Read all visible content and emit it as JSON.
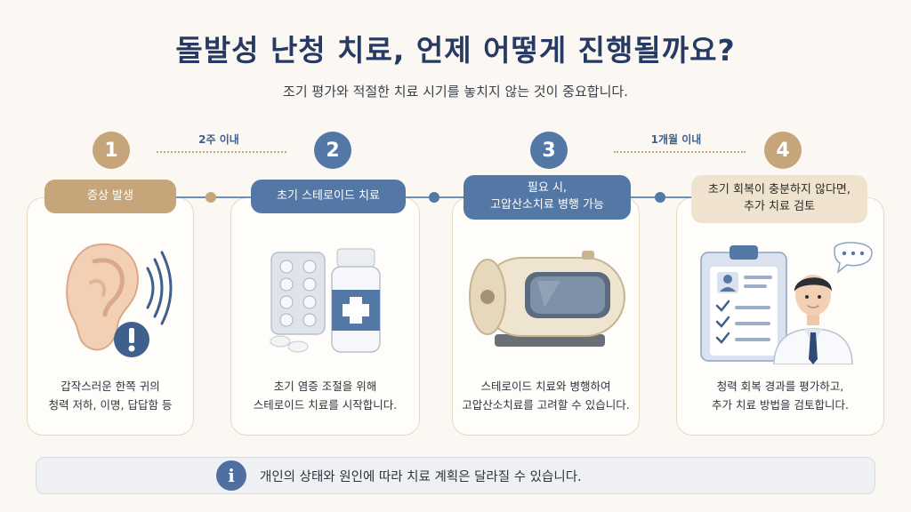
{
  "title": "돌발성 난청 치료, 언제 어떻게 진행될까요?",
  "subtitle": "조기 평가와 적절한 치료 시기를 놓치지 않는 것이 중요합니다.",
  "durations": [
    {
      "label": "2주 이내"
    },
    {
      "label": "1개월 이내"
    }
  ],
  "steps": [
    {
      "number": "1",
      "label_lines": [
        "증상 발생"
      ],
      "desc_lines": [
        "갑작스러운 한쪽 귀의",
        "청력 저하, 이명, 답답함 등"
      ],
      "icon": "ear-with-alert-icon"
    },
    {
      "number": "2",
      "label_lines": [
        "초기 스테로이드 치료"
      ],
      "desc_lines": [
        "초기 염증 조절을 위해",
        "스테로이드 치료를 시작합니다."
      ],
      "icon": "pills-and-bottle-icon"
    },
    {
      "number": "3",
      "label_lines": [
        "필요 시,",
        "고압산소치료 병행 가능"
      ],
      "desc_lines": [
        "스테로이드 치료와 병행하여",
        "고압산소치료를 고려할 수 있습니다."
      ],
      "icon": "hyperbaric-chamber-icon"
    },
    {
      "number": "4",
      "label_lines": [
        "초기 회복이 충분하지 않다면,",
        "추가 치료 검토"
      ],
      "desc_lines": [
        "청력 회복 경과를 평가하고,",
        "추가 치료 방법을 검토합니다."
      ],
      "icon": "doctor-with-clipboard-icon"
    }
  ],
  "note": {
    "icon_glyph": "i",
    "text": "개인의 상태와 원인에 따라 치료 계획은 달라질 수 있습니다."
  },
  "colors": {
    "gold": "#c6a57a",
    "blue": "#5378a6",
    "cream": "#efe3cf",
    "title": "#273a63"
  }
}
